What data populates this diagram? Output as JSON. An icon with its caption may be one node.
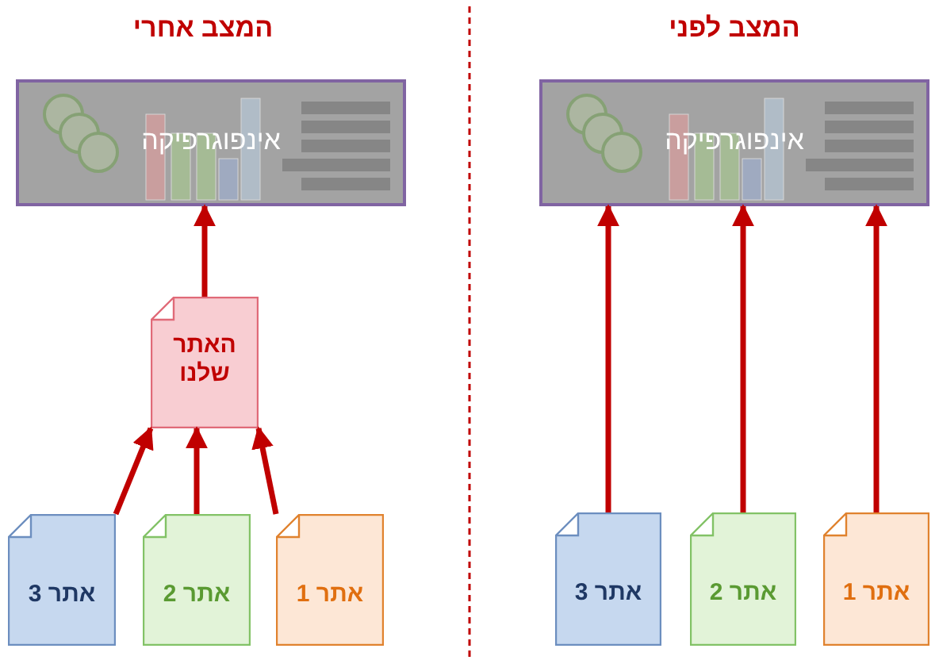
{
  "diagram": {
    "nodes": [
      {
        "text": [
          "אינפוגרפיקה"
        ]
      },
      {
        "text": [
          "האתר שלנו"
        ]
      },
      {
        "text": [
          "אתר 3"
        ]
      },
      {
        "text": [
          "אתר 2"
        ]
      },
      {
        "text": [
          "אתר 1"
        ]
      },
      {
        "text": [
          "אינפוגרפיקה"
        ]
      },
      {
        "text": [
          "אתר 3"
        ]
      },
      {
        "text": [
          "אתר 2"
        ]
      },
      {
        "text": [
          "אתר 1"
        ]
      }
    ],
    "edges": [
      {
        "from": 2,
        "to": 1,
        "arrow": "to"
      },
      {
        "from": 3,
        "to": 1,
        "arrow": "to"
      },
      {
        "from": 4,
        "to": 1,
        "arrow": "to"
      },
      {
        "from": 1,
        "to": 0,
        "arrow": "to"
      },
      {
        "from": 6,
        "to": 5,
        "arrow": "to"
      },
      {
        "from": 7,
        "to": 5,
        "arrow": "to"
      },
      {
        "from": 8,
        "to": 5,
        "arrow": "to"
      }
    ],
    "labels": [
      "המצב אחרי",
      "המצב לפני"
    ]
  }
}
